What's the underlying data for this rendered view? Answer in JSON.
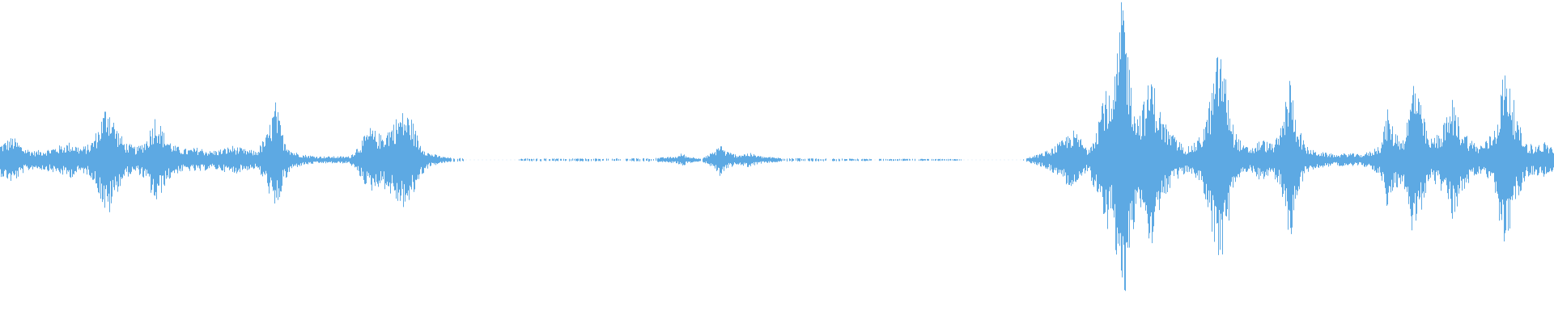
{
  "waveform": {
    "color": "#5DA9E3",
    "background": "#FFFFFF",
    "amplitude_envelope": [
      [
        0.0,
        0.09
      ],
      [
        0.008,
        0.13
      ],
      [
        0.015,
        0.07
      ],
      [
        0.022,
        0.05
      ],
      [
        0.03,
        0.06
      ],
      [
        0.038,
        0.08
      ],
      [
        0.045,
        0.1
      ],
      [
        0.052,
        0.07
      ],
      [
        0.058,
        0.09
      ],
      [
        0.063,
        0.18
      ],
      [
        0.069,
        0.34
      ],
      [
        0.074,
        0.2
      ],
      [
        0.08,
        0.1
      ],
      [
        0.088,
        0.07
      ],
      [
        0.094,
        0.12
      ],
      [
        0.1,
        0.26
      ],
      [
        0.106,
        0.14
      ],
      [
        0.112,
        0.08
      ],
      [
        0.12,
        0.06
      ],
      [
        0.128,
        0.07
      ],
      [
        0.135,
        0.05
      ],
      [
        0.142,
        0.06
      ],
      [
        0.15,
        0.08
      ],
      [
        0.157,
        0.06
      ],
      [
        0.165,
        0.05
      ],
      [
        0.172,
        0.15
      ],
      [
        0.177,
        0.33
      ],
      [
        0.182,
        0.14
      ],
      [
        0.188,
        0.05
      ],
      [
        0.195,
        0.03
      ],
      [
        0.205,
        0.02
      ],
      [
        0.215,
        0.02
      ],
      [
        0.225,
        0.02
      ],
      [
        0.232,
        0.1
      ],
      [
        0.238,
        0.18
      ],
      [
        0.245,
        0.14
      ],
      [
        0.252,
        0.2
      ],
      [
        0.258,
        0.27
      ],
      [
        0.264,
        0.25
      ],
      [
        0.27,
        0.1
      ],
      [
        0.276,
        0.04
      ],
      [
        0.284,
        0.02
      ],
      [
        0.292,
        0.01
      ],
      [
        0.298,
        0.01
      ],
      [
        0.299,
        0.0
      ],
      [
        0.334,
        0.0
      ],
      [
        0.335,
        0.008
      ],
      [
        0.36,
        0.008
      ],
      [
        0.38,
        0.008
      ],
      [
        0.4,
        0.008
      ],
      [
        0.42,
        0.01
      ],
      [
        0.436,
        0.02
      ],
      [
        0.439,
        0.04
      ],
      [
        0.442,
        0.02
      ],
      [
        0.452,
        0.01
      ],
      [
        0.46,
        0.05
      ],
      [
        0.463,
        0.1
      ],
      [
        0.467,
        0.05
      ],
      [
        0.474,
        0.03
      ],
      [
        0.482,
        0.04
      ],
      [
        0.49,
        0.02
      ],
      [
        0.505,
        0.01
      ],
      [
        0.53,
        0.008
      ],
      [
        0.56,
        0.006
      ],
      [
        0.59,
        0.006
      ],
      [
        0.615,
        0.005
      ],
      [
        0.619,
        0.0
      ],
      [
        0.658,
        0.0
      ],
      [
        0.66,
        0.01
      ],
      [
        0.668,
        0.03
      ],
      [
        0.676,
        0.06
      ],
      [
        0.684,
        0.11
      ],
      [
        0.69,
        0.17
      ],
      [
        0.695,
        0.13
      ],
      [
        0.7,
        0.06
      ],
      [
        0.706,
        0.2
      ],
      [
        0.711,
        0.43
      ],
      [
        0.716,
        0.3
      ],
      [
        0.719,
        0.6
      ],
      [
        0.723,
        0.98
      ],
      [
        0.727,
        0.52
      ],
      [
        0.732,
        0.25
      ],
      [
        0.737,
        0.34
      ],
      [
        0.741,
        0.49
      ],
      [
        0.746,
        0.29
      ],
      [
        0.752,
        0.17
      ],
      [
        0.758,
        0.11
      ],
      [
        0.764,
        0.07
      ],
      [
        0.77,
        0.1
      ],
      [
        0.774,
        0.16
      ],
      [
        0.778,
        0.3
      ],
      [
        0.781,
        0.44
      ],
      [
        0.785,
        0.67
      ],
      [
        0.789,
        0.45
      ],
      [
        0.794,
        0.18
      ],
      [
        0.8,
        0.08
      ],
      [
        0.806,
        0.07
      ],
      [
        0.812,
        0.12
      ],
      [
        0.818,
        0.09
      ],
      [
        0.823,
        0.13
      ],
      [
        0.827,
        0.3
      ],
      [
        0.83,
        0.48
      ],
      [
        0.834,
        0.25
      ],
      [
        0.84,
        0.08
      ],
      [
        0.846,
        0.05
      ],
      [
        0.853,
        0.04
      ],
      [
        0.86,
        0.03
      ],
      [
        0.868,
        0.04
      ],
      [
        0.875,
        0.03
      ],
      [
        0.883,
        0.05
      ],
      [
        0.889,
        0.1
      ],
      [
        0.893,
        0.28
      ],
      [
        0.897,
        0.17
      ],
      [
        0.903,
        0.12
      ],
      [
        0.907,
        0.27
      ],
      [
        0.91,
        0.5
      ],
      [
        0.914,
        0.32
      ],
      [
        0.92,
        0.11
      ],
      [
        0.926,
        0.15
      ],
      [
        0.931,
        0.23
      ],
      [
        0.935,
        0.34
      ],
      [
        0.94,
        0.2
      ],
      [
        0.946,
        0.12
      ],
      [
        0.952,
        0.08
      ],
      [
        0.958,
        0.12
      ],
      [
        0.963,
        0.2
      ],
      [
        0.967,
        0.46
      ],
      [
        0.971,
        0.52
      ],
      [
        0.976,
        0.24
      ],
      [
        0.982,
        0.1
      ],
      [
        0.988,
        0.08
      ],
      [
        0.994,
        0.1
      ],
      [
        1.0,
        0.07
      ]
    ]
  }
}
